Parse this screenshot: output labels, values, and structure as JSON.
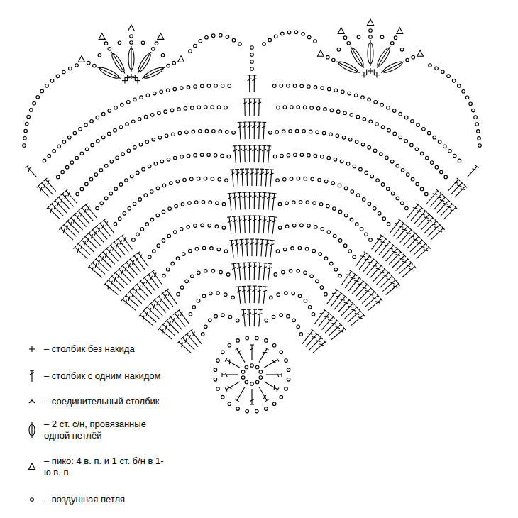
{
  "diagram": {
    "legend": [
      {
        "text": "– столбик без накида"
      },
      {
        "text": "– столбик с одним накидом"
      },
      {
        "text": "– соединительный столбик"
      },
      {
        "text": "– 2 ст. с/н, провязанные одной петлёй"
      },
      {
        "text": "– пико: 4 в. п. и 1 ст. б/н в 1-ю в. п."
      },
      {
        "text": "– воздушная петля"
      }
    ]
  }
}
